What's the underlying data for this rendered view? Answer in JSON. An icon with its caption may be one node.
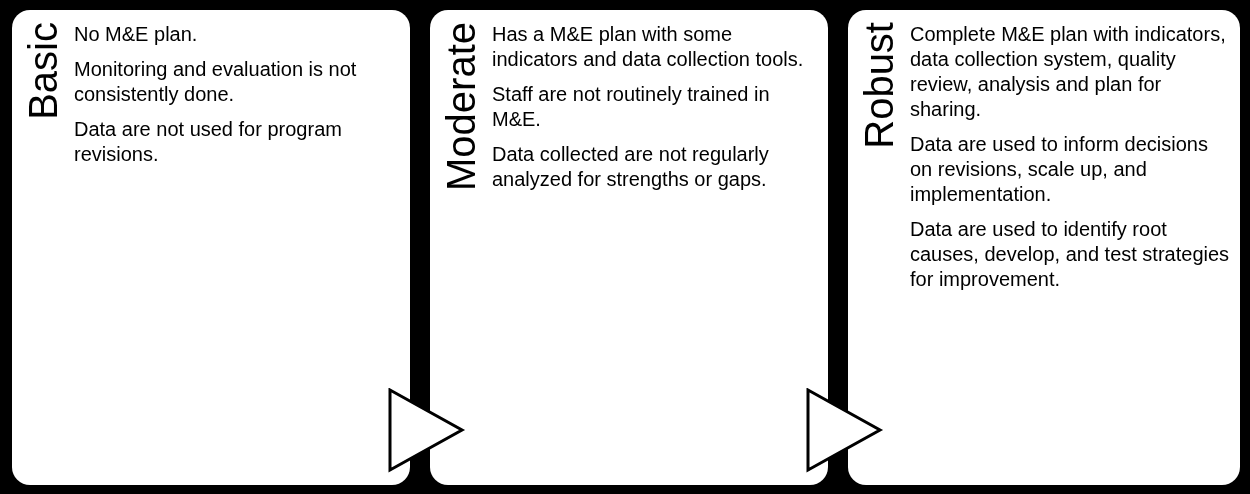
{
  "diagram": {
    "nodes": [
      {
        "text": [
          "Basic",
          "No M&E plan.",
          "Monitoring and evaluation is not consistently done.",
          "Data are not used for program revisions."
        ]
      },
      {
        "text": [
          "Moderate",
          "Has a M&E plan with some indicators and data collection tools.",
          "Staff are not routinely trained in M&E.",
          "Data collected are not regularly analyzed for strengths or gaps."
        ]
      },
      {
        "text": [
          "Robust",
          "Complete M&E plan with indicators, data collection system, quality review, analysis and plan for sharing.",
          "Data are used to inform decisions on revisions, scale up, and implementation.",
          "Data are used to identify root causes, develop, and test strategies for improvement."
        ]
      }
    ],
    "edges": [
      {
        "from": 0,
        "to": 1,
        "arrow": "to"
      },
      {
        "from": 1,
        "to": 2,
        "arrow": "to"
      }
    ]
  }
}
